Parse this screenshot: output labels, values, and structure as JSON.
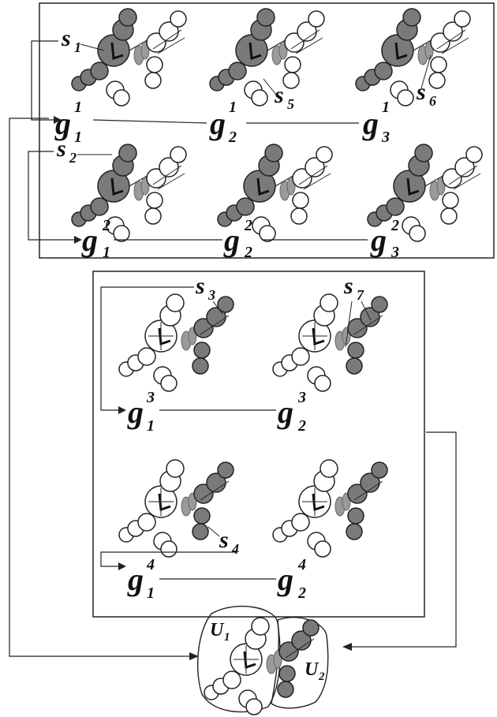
{
  "colors": {
    "line": "#222222",
    "dark_fill": "#7a7a7a",
    "light_fill": "#ffffff",
    "bond_gray": "#9a9a9a"
  },
  "groups": [
    {
      "row": [
        {
          "base": "g",
          "sub": "1",
          "sup": "1"
        },
        {
          "base": "g",
          "sub": "2",
          "sup": "1"
        },
        {
          "base": "g",
          "sub": "3",
          "sup": "1"
        }
      ]
    },
    {
      "row": [
        {
          "base": "g",
          "sub": "1",
          "sup": "2"
        },
        {
          "base": "g",
          "sub": "2",
          "sup": "2"
        },
        {
          "base": "g",
          "sub": "3",
          "sup": "2"
        }
      ]
    },
    {
      "row": [
        {
          "base": "g",
          "sub": "1",
          "sup": "3"
        },
        {
          "base": "g",
          "sub": "2",
          "sup": "3"
        }
      ]
    },
    {
      "row": [
        {
          "base": "g",
          "sub": "1",
          "sup": "4"
        },
        {
          "base": "g",
          "sub": "2",
          "sup": "4"
        }
      ]
    }
  ],
  "s_labels": [
    {
      "base": "s",
      "sub": "1"
    },
    {
      "base": "s",
      "sub": "2"
    },
    {
      "base": "s",
      "sub": "3"
    },
    {
      "base": "s",
      "sub": "4"
    },
    {
      "base": "s",
      "sub": "5"
    },
    {
      "base": "s",
      "sub": "6"
    },
    {
      "base": "s",
      "sub": "7"
    }
  ],
  "u_labels": [
    {
      "base": "U",
      "sub": "1"
    },
    {
      "base": "U",
      "sub": "2"
    }
  ]
}
